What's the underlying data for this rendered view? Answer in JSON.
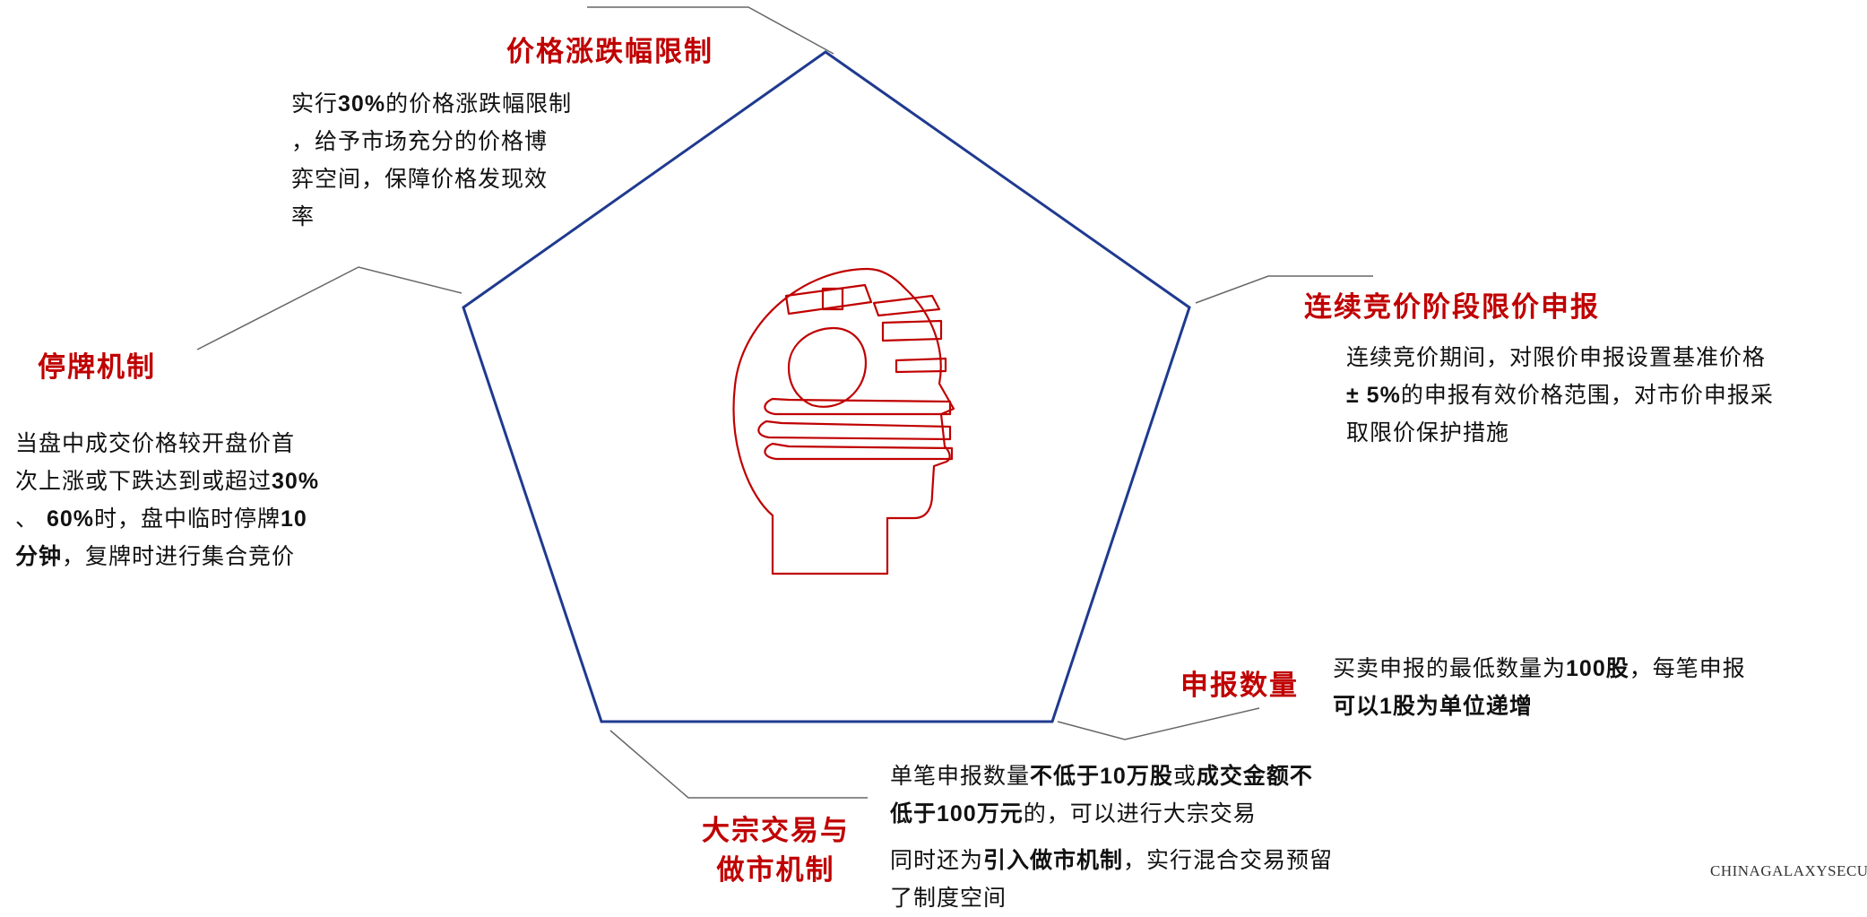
{
  "nodes": {
    "price_limit": {
      "title": "价格涨跌幅限制",
      "desc": [
        [
          {
            "t": "实行"
          },
          {
            "t": "30%",
            "b": true
          },
          {
            "t": "的价格涨跌幅限制"
          }
        ],
        [
          {
            "t": "，给予市场充分的价格博"
          }
        ],
        [
          {
            "t": "弈空间，保障价格发现效"
          }
        ],
        [
          {
            "t": "率"
          }
        ]
      ]
    },
    "continuous_auction": {
      "title": "连续竞价阶段限价申报",
      "desc": [
        [
          {
            "t": "连续竞价期间，对限价申报设置基准价格"
          }
        ],
        [
          {
            "t": "± 5%",
            "b": true
          },
          {
            "t": "的申报有效价格范围，对市价申报采"
          }
        ],
        [
          {
            "t": "取限价保护措施"
          }
        ]
      ]
    },
    "declaration_qty": {
      "title": "申报数量",
      "desc": [
        [
          {
            "t": "买卖申报的最低数量为"
          },
          {
            "t": "100股",
            "b": true
          },
          {
            "t": "，每笔申报"
          }
        ],
        [
          {
            "t": "可以1股为单位递增",
            "b": true
          }
        ]
      ]
    },
    "block_trade": {
      "title_lines": [
        "大宗交易与",
        "做市机制"
      ],
      "desc1": [
        [
          {
            "t": "单笔申报数量"
          },
          {
            "t": "不低于10万股",
            "b": true
          },
          {
            "t": "或"
          },
          {
            "t": "成交金额不",
            "b": true
          }
        ],
        [
          {
            "t": "低于100万元",
            "b": true
          },
          {
            "t": "的，可以进行大宗交易"
          }
        ]
      ],
      "desc2": [
        [
          {
            "t": "同时还为"
          },
          {
            "t": "引入做市机制",
            "b": true
          },
          {
            "t": "，实行混合交易预留"
          }
        ],
        [
          {
            "t": "了制度空间"
          }
        ]
      ]
    },
    "suspension": {
      "title": "停牌机制",
      "desc": [
        [
          {
            "t": "当盘中成交价格较开盘价首"
          }
        ],
        [
          {
            "t": "次上涨或下跌达到或超过"
          },
          {
            "t": "30%",
            "b": true
          }
        ],
        [
          {
            "t": "、 "
          },
          {
            "t": "60%",
            "b": true
          },
          {
            "t": "时，盘中临时停牌"
          },
          {
            "t": "10",
            "b": true
          }
        ],
        [
          {
            "t": "分钟",
            "b": true
          },
          {
            "t": "，复牌时进行集合竞价"
          }
        ]
      ]
    }
  },
  "watermark": "CHINAGALAXYSECU",
  "colors": {
    "accent": "#c00000",
    "pentagon": "#1f3a8f",
    "line": "#555555",
    "icon": "#c00000"
  },
  "icon": "head-with-gears-icon"
}
